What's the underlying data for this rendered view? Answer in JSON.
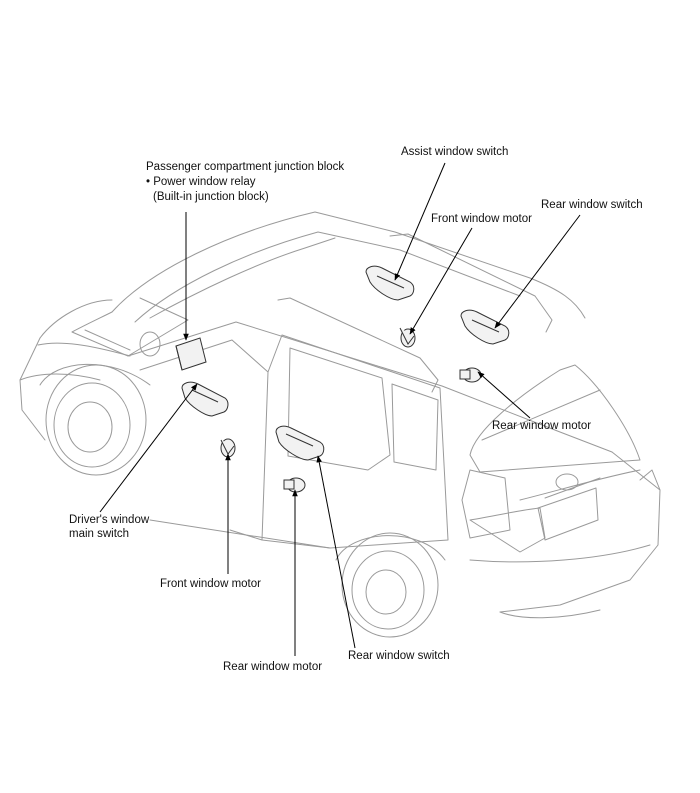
{
  "labels": {
    "junction_block_title": "Passenger compartment junction block",
    "junction_block_item": "• Power window relay",
    "junction_block_note": "(Built-in junction block)",
    "assist_window_switch": "Assist window switch",
    "front_window_motor_right": "Front window motor",
    "rear_window_switch_right": "Rear window switch",
    "rear_window_motor_right": "Rear window motor",
    "drivers_window_main_switch_line1": "Driver's window",
    "drivers_window_main_switch_line2": "main switch",
    "front_window_motor_left": "Front window motor",
    "rear_window_motor_left": "Rear window motor",
    "rear_window_switch_left": "Rear window switch"
  },
  "colors": {
    "outline": "#9a9a9a",
    "component_fill": "#f2f2f2",
    "leader": "#000000"
  }
}
